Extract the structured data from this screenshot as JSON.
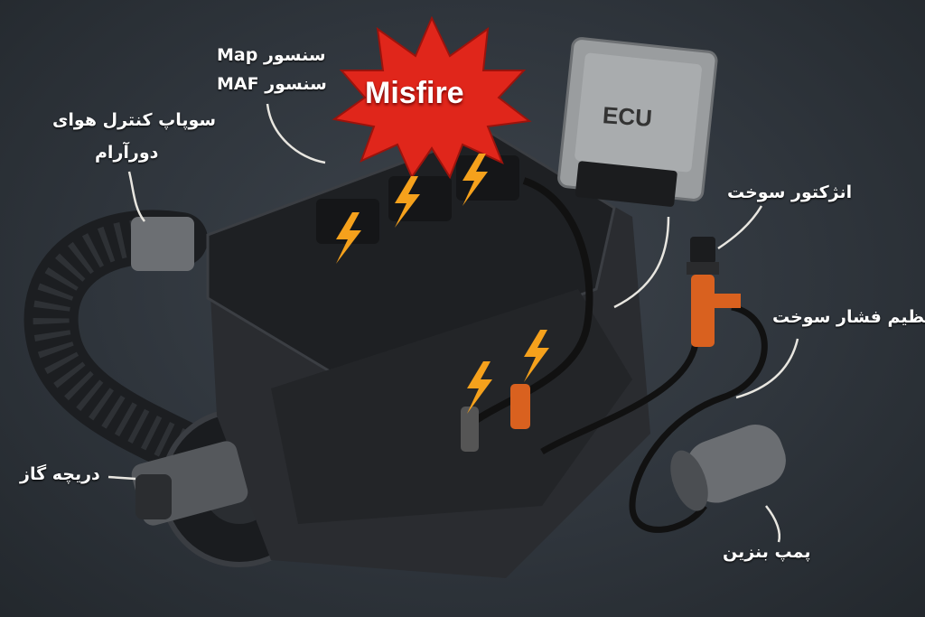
{
  "title_burst": "Misfire",
  "ecu_label": "ECU",
  "labels": {
    "map_sensor": "سنسور Map",
    "maf_sensor": "سنسور MAF",
    "idle_air_valve_line1": "سوپاپ کنترل هوای",
    "idle_air_valve_line2": "دورآرام",
    "fuel_injector": "انژکتور سوخت",
    "fuel_pressure_regulator": "تنظیم فشار سوخت",
    "throttle_body": "دریچه گاز",
    "fuel_pump": "پمپ بنزین"
  },
  "colors": {
    "burst": "#e0261b",
    "spark": "#f5a11c",
    "injector": "#d9611f",
    "background": "#30363d"
  }
}
